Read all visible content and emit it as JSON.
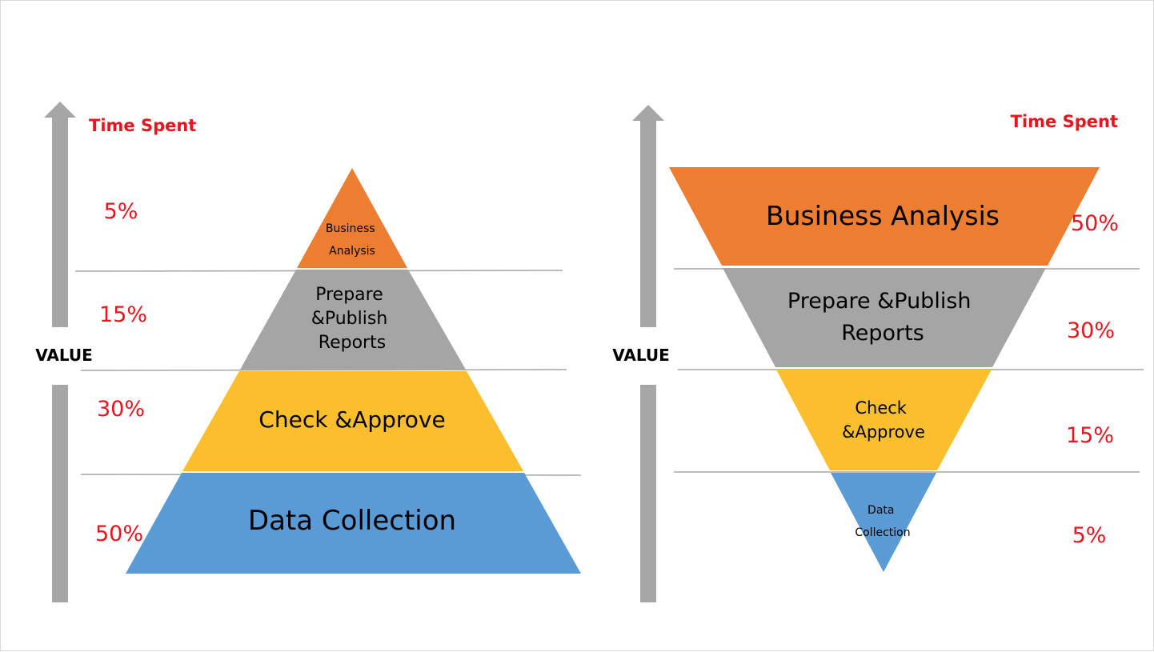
{
  "colors": {
    "orange": "#ED7D31",
    "gray": "#A5A5A5",
    "yellow": "#FBBF2E",
    "blue": "#5B9BD5",
    "red": "#E8141E",
    "arrow": "#A6A6A6",
    "separator": "#A6A6A6",
    "text": "#000000"
  },
  "left": {
    "header": "Time Spent",
    "axis_label": "VALUE",
    "segments": [
      {
        "label_lines": [
          "Business",
          "Analysis"
        ],
        "percent": "5%",
        "color": "#ED7D31"
      },
      {
        "label_lines": [
          "Prepare",
          "&Publish",
          "Reports"
        ],
        "percent": "15%",
        "color": "#A5A5A5"
      },
      {
        "label_lines": [
          "Check &Approve"
        ],
        "percent": "30%",
        "color": "#FBBF2E"
      },
      {
        "label_lines": [
          "Data Collection"
        ],
        "percent": "50%",
        "color": "#5B9BD5"
      }
    ]
  },
  "right": {
    "header": "Time Spent",
    "axis_label": "VALUE",
    "segments": [
      {
        "label_lines": [
          "Business Analysis"
        ],
        "percent": "50%",
        "color": "#ED7D31"
      },
      {
        "label_lines": [
          "Prepare &Publish",
          "Reports"
        ],
        "percent": "30%",
        "color": "#A5A5A5"
      },
      {
        "label_lines": [
          "Check",
          "&Approve"
        ],
        "percent": "15%",
        "color": "#FBBF2E"
      },
      {
        "label_lines": [
          "Data",
          "Collection"
        ],
        "percent": "5%",
        "color": "#5B9BD5"
      }
    ]
  }
}
